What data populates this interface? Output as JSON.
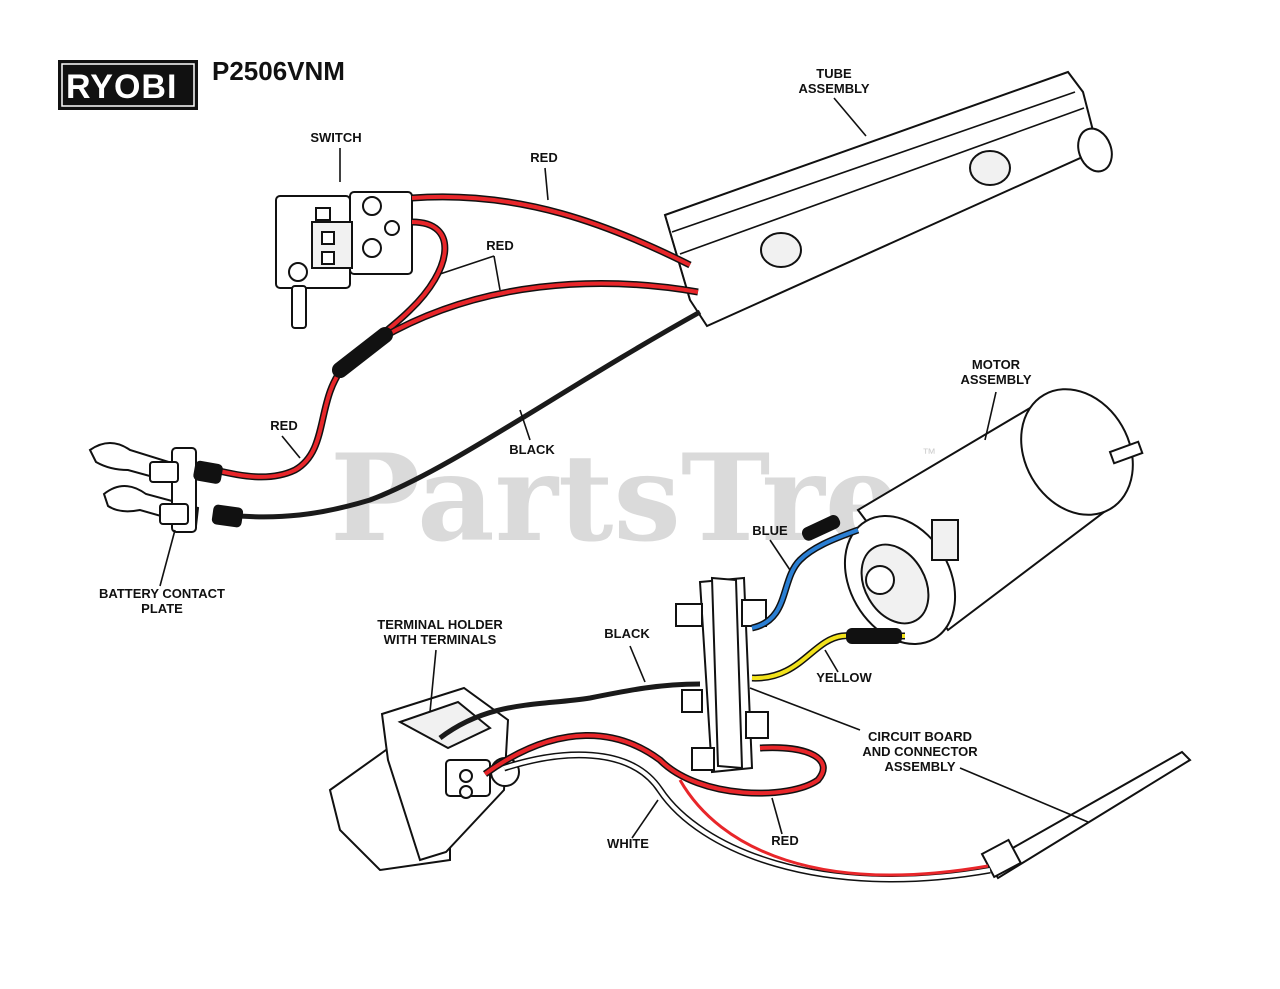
{
  "brand": {
    "logo_text": "RYOBI",
    "model": "P2506VNM"
  },
  "watermark": {
    "text": "PartsTree",
    "trademark": "™"
  },
  "callouts": {
    "tube_assembly": [
      "TUBE",
      "ASSEMBLY"
    ],
    "switch": [
      "SWITCH"
    ],
    "motor_assembly": [
      "MOTOR",
      "ASSEMBLY"
    ],
    "battery_contact_plate": [
      "BATTERY CONTACT",
      "PLATE"
    ],
    "terminal_holder": [
      "TERMINAL HOLDER",
      "WITH TERMINALS"
    ],
    "circuit_board": [
      "CIRCUIT BOARD",
      "AND CONNECTOR",
      "ASSEMBLY"
    ]
  },
  "wire_labels": {
    "red_top": "RED",
    "red_middle": "RED",
    "red_left": "RED",
    "black_left": "BLACK",
    "blue": "BLUE",
    "black_lower": "BLACK",
    "yellow": "YELLOW",
    "white": "WHITE",
    "red_lower": "RED"
  },
  "colors": {
    "wire_red": "#e8262a",
    "wire_black": "#1a1a1a",
    "wire_blue": "#2a7fd4",
    "wire_yellow": "#f2e21c",
    "wire_white": "#ffffff",
    "outline": "#111111",
    "logo_bg": "#111111",
    "watermark": "#d4d4d4"
  }
}
